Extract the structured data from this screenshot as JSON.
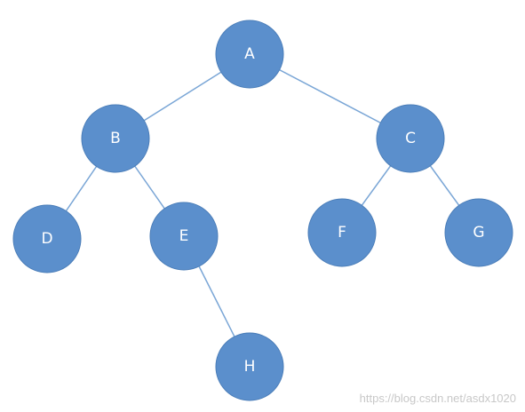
{
  "tree": {
    "node_color": "#5b8fcc",
    "node_stroke": "#4a7db8",
    "edge_color": "#7aa6d6",
    "label_color": "#ffffff",
    "nodes": [
      {
        "id": "A",
        "label": "A"
      },
      {
        "id": "B",
        "label": "B"
      },
      {
        "id": "C",
        "label": "C"
      },
      {
        "id": "D",
        "label": "D"
      },
      {
        "id": "E",
        "label": "E"
      },
      {
        "id": "F",
        "label": "F"
      },
      {
        "id": "G",
        "label": "G"
      },
      {
        "id": "H",
        "label": "H"
      }
    ],
    "edges": [
      {
        "from": "A",
        "to": "B"
      },
      {
        "from": "A",
        "to": "C"
      },
      {
        "from": "B",
        "to": "D"
      },
      {
        "from": "B",
        "to": "E"
      },
      {
        "from": "C",
        "to": "F"
      },
      {
        "from": "C",
        "to": "G"
      },
      {
        "from": "E",
        "to": "H"
      }
    ]
  },
  "watermark": {
    "text": "https://blog.csdn.net/asdx1020"
  }
}
